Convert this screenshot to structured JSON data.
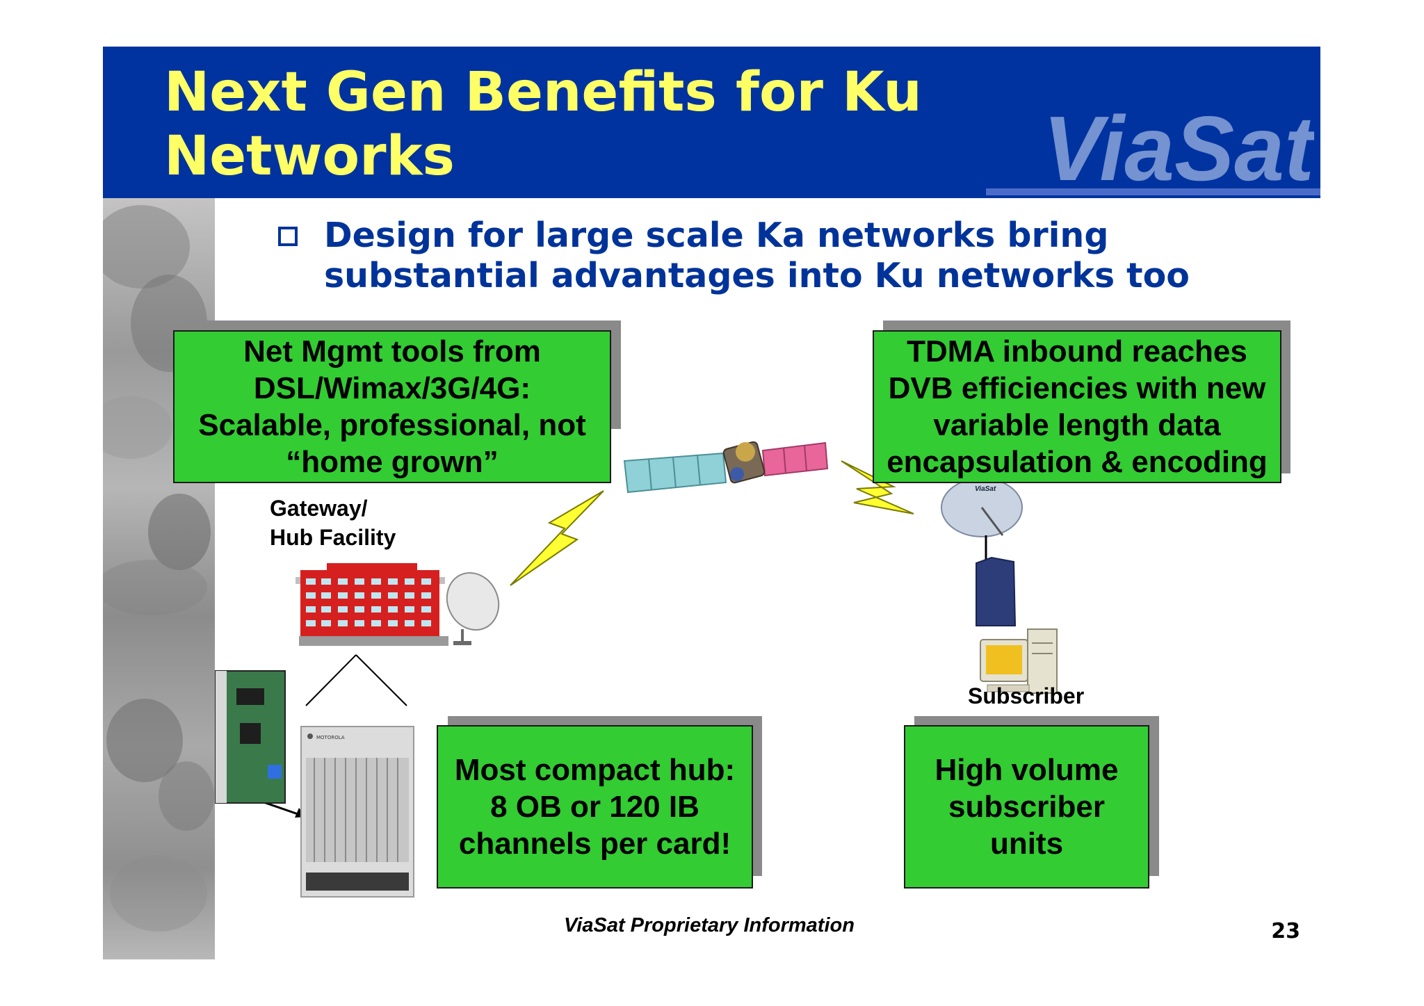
{
  "slide": {
    "title": "Next Gen Benefits for Ku\nNetworks",
    "logo_text": "ViaSat",
    "bullet": "Design for large scale Ka networks bring substantial advantages into Ku networks too",
    "callouts": {
      "net_mgmt": "Net Mgmt tools from\nDSL/Wimax/3G/4G:\nScalable, professional, not\n“home grown”",
      "tdma": "TDMA inbound reaches\nDVB efficiencies with new\nvariable length data\nencapsulation & encoding",
      "compact_hub": "Most compact hub:\n8 OB or 120 IB\nchannels per card!",
      "high_volume": "High volume\nsubscriber\nunits"
    },
    "labels": {
      "gateway": "Gateway/\nHub Facility",
      "subscriber": "Subscriber",
      "dish_brand": "ViaSat",
      "chassis_brand": "MOTOROLA"
    },
    "footer": "ViaSat Proprietary Information",
    "page_number": "23"
  },
  "colors": {
    "header_bg": "#0033a0",
    "title": "#ffff66",
    "bullet_text": "#003399",
    "callout_fill": "#33cc33"
  }
}
